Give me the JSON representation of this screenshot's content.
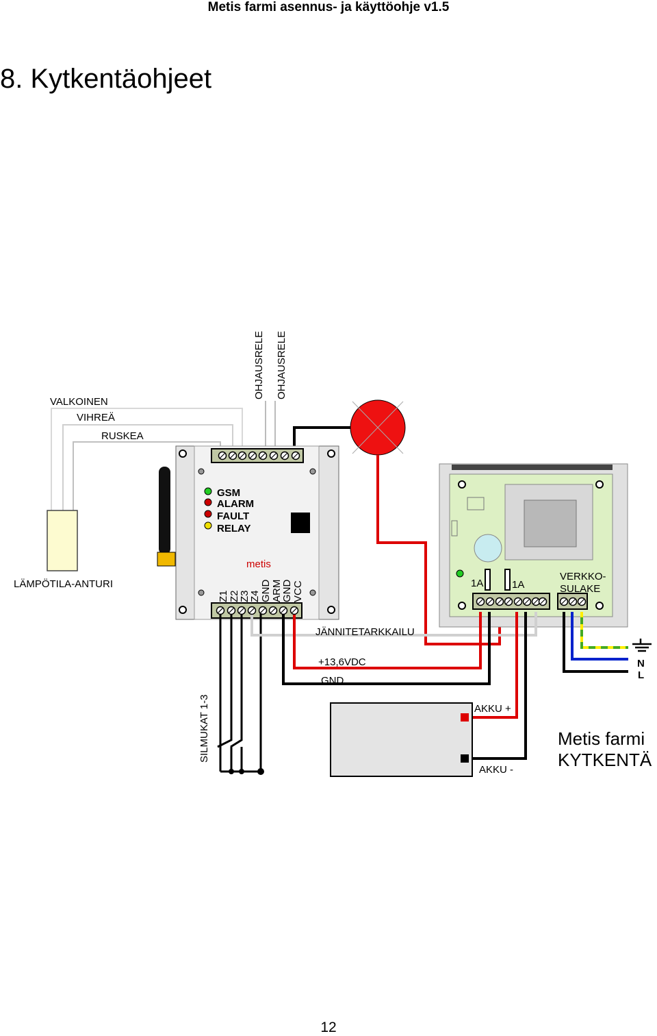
{
  "header": "Metis farmi asennus- ja käyttöohje  v1.5",
  "section_title": "8. Kytkentäohjeet",
  "page_number": "12",
  "diagram": {
    "relay_label_1": "OHJAUSRELE",
    "relay_label_2": "OHJAUSRELE",
    "wire_white": "VALKOINEN",
    "wire_green": "VIHREÄ",
    "wire_brown": "RUSKEA",
    "temp_sensor": "LÄMPÖTILA-ANTURI",
    "led_labels": [
      "GSM",
      "ALARM",
      "FAULT",
      "RELAY"
    ],
    "brand": "metis",
    "terminals": [
      "Z1",
      "Z2",
      "Z3",
      "Z4",
      "GND",
      "ARM",
      "GND",
      "VCC"
    ],
    "voltage_monitor": "JÄNNITETARKKAILU",
    "supply_plus": "+13,6VDC",
    "supply_gnd": "GND",
    "loops": "SILMUKAT 1-3",
    "fuse_1": "1A",
    "fuse_2": "1A",
    "mains_fuse_1": "VERKKO-",
    "mains_fuse_2": "SULAKE",
    "neutral": "N",
    "live": "L",
    "battery_plus": "AKKU +",
    "battery_minus": "AKKU -",
    "caption_1": "Metis farmi",
    "caption_2": "KYTKENTÄ"
  }
}
